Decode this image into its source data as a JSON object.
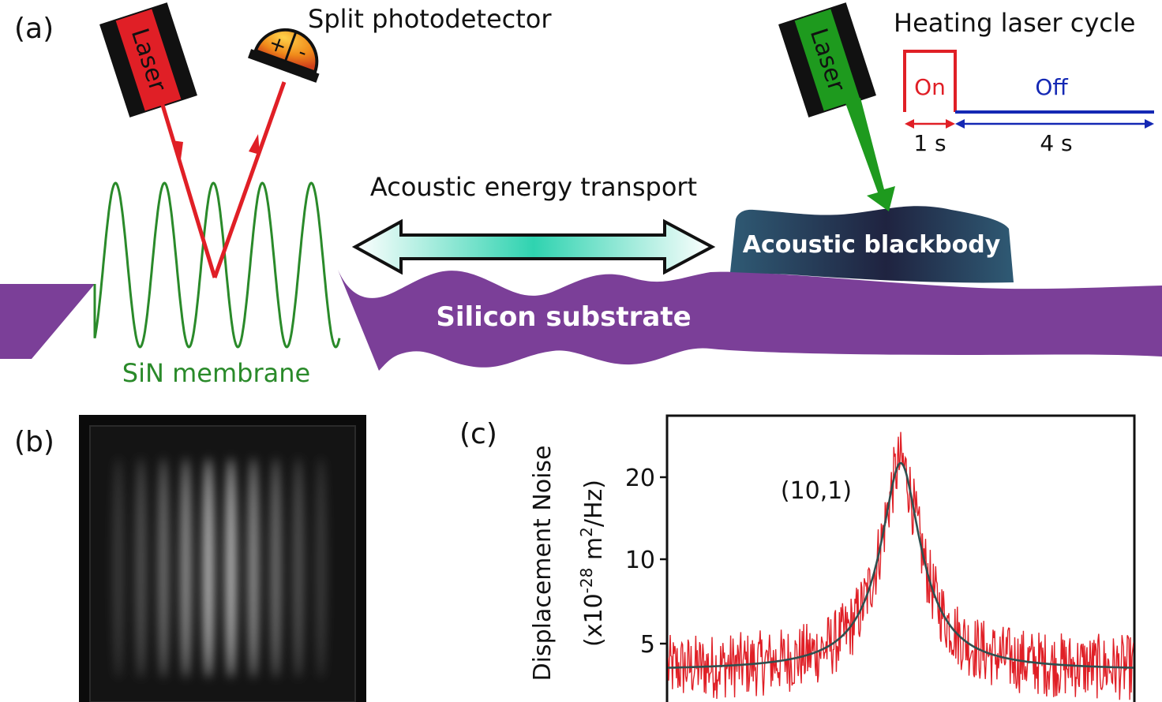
{
  "panel_a": {
    "panel_label": "(a)",
    "laser_probe_label": "Laser",
    "photodetector_title": "Split photodetector",
    "photodetector_plus": "+",
    "photodetector_minus": "-",
    "laser_heat_label": "Laser",
    "cycle_title": "Heating laser cycle",
    "cycle_on_label": "On",
    "cycle_off_label": "Off",
    "cycle_on_duration": "1 s",
    "cycle_off_duration": "4 s",
    "transport_label": "Acoustic energy transport",
    "blackbody_label": "Acoustic blackbody",
    "substrate_label": "Silicon substrate",
    "membrane_label": "SiN membrane",
    "colors": {
      "substrate": "#7b3f98",
      "membrane": "#2a8a2a",
      "probe_laser": "#e01f26",
      "heat_laser": "#1e9a1e",
      "on_color": "#e01f26",
      "off_color": "#1428b4",
      "blackbody_dark": "#1f2340",
      "blackbody_light": "#2f5a74"
    }
  },
  "panel_b": {
    "panel_label": "(b)"
  },
  "panel_c": {
    "panel_label": "(c)",
    "annotation": "(10,1)"
  },
  "chart_data": {
    "type": "line",
    "ylabel_line1": "Displacement Noise",
    "ylabel_line2_prefix": "(x10",
    "ylabel_exp1": "-28",
    "ylabel_mid": " m",
    "ylabel_exp2": "2",
    "ylabel_suffix": "/Hz)",
    "yticks": [
      "5",
      "10",
      "20"
    ],
    "series": [
      {
        "kind": "measured",
        "color": "#e01f26"
      },
      {
        "kind": "fit",
        "color": "#2f4f4f"
      }
    ],
    "fit": {
      "baseline": 4.0,
      "peak": 22.5,
      "center_fraction": 0.5,
      "width_fraction": 0.035
    }
  }
}
